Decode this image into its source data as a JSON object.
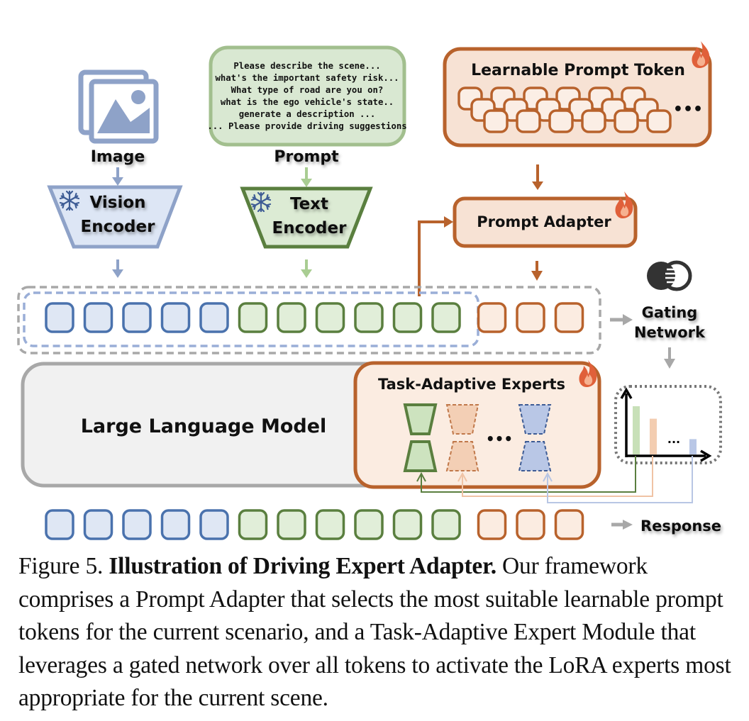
{
  "figure": {
    "image_label": "Image",
    "prompt_label": "Prompt",
    "prompt_lines": [
      "Please describe the scene...",
      "what's the important safety risk...",
      "What type of road are you on?",
      "what is the ego vehicle's state..",
      "generate a description ...",
      "... Please provide driving suggestions"
    ],
    "learnable_prompt_title": "Learnable Prompt Token",
    "learnable_ellipsis": "•••",
    "vision_encoder": [
      "Vision",
      "Encoder"
    ],
    "text_encoder": [
      "Text",
      "Encoder"
    ],
    "prompt_adapter": "Prompt Adapter",
    "gating_network": [
      "Gating",
      "Network"
    ],
    "llm_label": "Large Language Model",
    "experts_title": "Task-Adaptive Experts",
    "experts_ellipsis": "•••",
    "gate_chart_ellipsis": "...",
    "response_label": "Response",
    "token_counts": {
      "vision": 5,
      "text": 6,
      "prompt": 3
    },
    "gate_weights": {
      "green": 0.85,
      "orange": 0.63,
      "blue": 0.27
    },
    "colors": {
      "vision_stroke": "#4a72ad",
      "vision_fill": "#dfe7f4",
      "text_stroke": "#5a7f3f",
      "text_fill": "#e1eed9",
      "prompt_stroke": "#b8622c",
      "prompt_fill": "#fbece1",
      "gray": "#9e9e9e",
      "flame": "#e0603a"
    }
  },
  "caption": {
    "prefix": "Figure 5. ",
    "bold": "Illustration of Driving Expert Adapter.",
    "body": " Our framework comprises a Prompt Adapter that selects the most suitable learnable prompt tokens for the current scenario, and a Task-Adaptive Expert Module that leverages a gated network over all tokens to activate the LoRA experts most appropriate for the current scene."
  }
}
